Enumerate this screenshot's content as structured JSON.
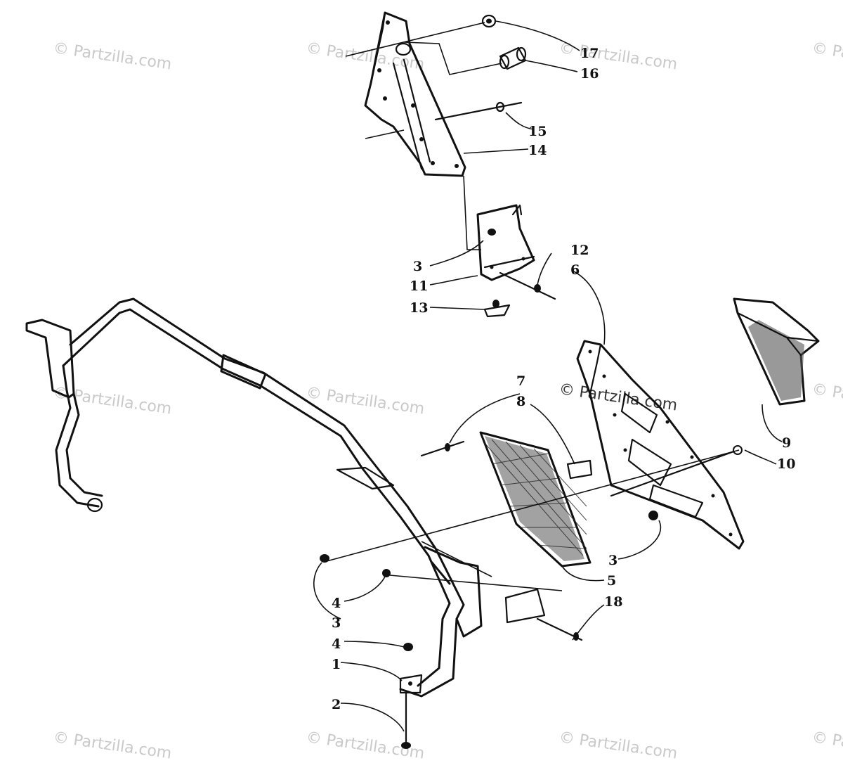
{
  "watermark": {
    "text": "© Partzilla.com",
    "color": "#c9c9c9"
  },
  "callouts": [
    {
      "id": "c17",
      "label": "17"
    },
    {
      "id": "c16",
      "label": "16"
    },
    {
      "id": "c15",
      "label": "15"
    },
    {
      "id": "c14",
      "label": "14"
    },
    {
      "id": "c12",
      "label": "12"
    },
    {
      "id": "c6",
      "label": "6"
    },
    {
      "id": "c3a",
      "label": "3"
    },
    {
      "id": "c11",
      "label": "11"
    },
    {
      "id": "c13",
      "label": "13"
    },
    {
      "id": "c7",
      "label": "7"
    },
    {
      "id": "c8",
      "label": "8"
    },
    {
      "id": "c9",
      "label": "9"
    },
    {
      "id": "c10",
      "label": "10"
    },
    {
      "id": "c3b",
      "label": "3"
    },
    {
      "id": "c5",
      "label": "5"
    },
    {
      "id": "c4a",
      "label": "4"
    },
    {
      "id": "c3c",
      "label": "3"
    },
    {
      "id": "c18",
      "label": "18"
    },
    {
      "id": "c4b",
      "label": "4"
    },
    {
      "id": "c1",
      "label": "1"
    },
    {
      "id": "c2",
      "label": "2"
    }
  ]
}
